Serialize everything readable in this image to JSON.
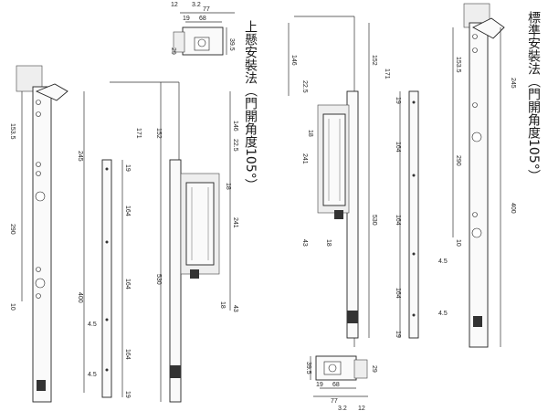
{
  "captions": {
    "top_hung": "上懸安裝法（門開角度105°）",
    "standard": "標準安裝法（門開角度105°）"
  },
  "dims": {
    "d12": "12",
    "d3_2": "3.2",
    "d77": "77",
    "d68": "68",
    "d19": "19",
    "d29": "29",
    "d39_5": "39.5",
    "d146": "146",
    "d152": "152",
    "d153_5": "153.5",
    "d171": "171",
    "d245": "245",
    "d22_5": "22.5",
    "d18": "18",
    "d241": "241",
    "d43": "43",
    "d530": "530",
    "d290": "290",
    "d164": "164",
    "d10": "10",
    "d400": "400",
    "d4_5": "4.5"
  }
}
